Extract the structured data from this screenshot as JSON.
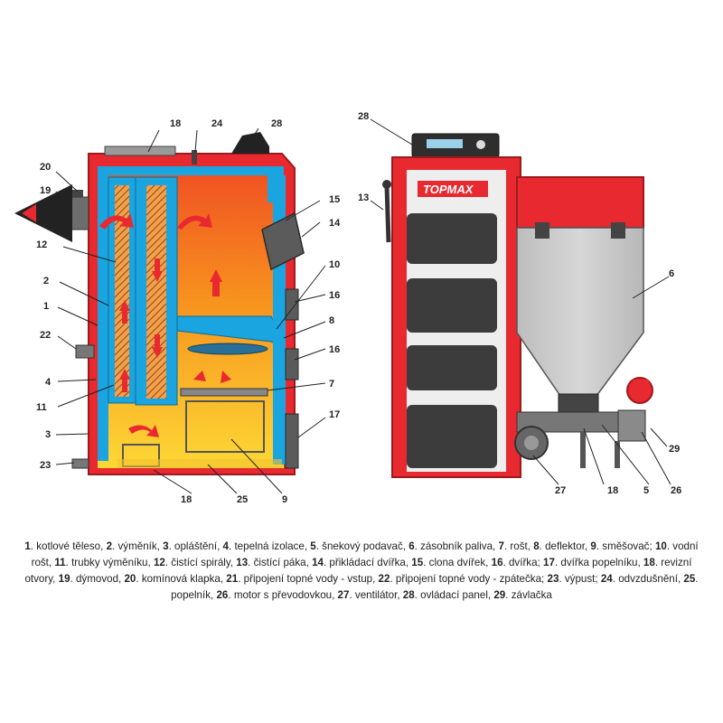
{
  "brand_text": "TOPMAX",
  "colors": {
    "casing_red": "#e8292f",
    "water_blue": "#1aa5e0",
    "fire_orange": "#f36f21",
    "fire_yellow": "#fdd835",
    "hopper_grey": "#c7c7c7",
    "door_dark": "#3c3c3c"
  },
  "left_labels": {
    "l1": "1",
    "l2": "2",
    "l3": "3",
    "l4": "4",
    "l7": "7",
    "l8": "8",
    "l9": "9",
    "l10": "10",
    "l11": "11",
    "l12": "12",
    "l14": "14",
    "l15": "15",
    "l16a": "16",
    "l16b": "16",
    "l17": "17",
    "l18a": "18",
    "l18b": "18",
    "l19": "19",
    "l20": "20",
    "l22": "22",
    "l23": "23",
    "l24": "24",
    "l25": "25",
    "l28": "28"
  },
  "right_labels": {
    "r5": "5",
    "r6": "6",
    "r13": "13",
    "r18": "18",
    "r26": "26",
    "r27": "27",
    "r28": "28",
    "r29": "29"
  },
  "legend": [
    {
      "n": "1",
      "t": "kotlové těleso"
    },
    {
      "n": "2",
      "t": "výměník"
    },
    {
      "n": "3",
      "t": "opláštění"
    },
    {
      "n": "4",
      "t": "tepelná izolace"
    },
    {
      "n": "5",
      "t": "šnekový podavač"
    },
    {
      "n": "6",
      "t": "zásobník paliva"
    },
    {
      "n": "7",
      "t": "rošt"
    },
    {
      "n": "8",
      "t": "deflektor"
    },
    {
      "n": "9",
      "t": "směšovač;"
    },
    {
      "n": "10",
      "t": "vodní rošt"
    },
    {
      "n": "11",
      "t": "trubky výměníku"
    },
    {
      "n": "12",
      "t": "čistící spirály"
    },
    {
      "n": "13",
      "t": "čistící páka"
    },
    {
      "n": "14",
      "t": "přikládací dvířka"
    },
    {
      "n": "15",
      "t": "clona dvířek"
    },
    {
      "n": "16",
      "t": "dvířka;"
    },
    {
      "n": "17",
      "t": "dvířka popelníku"
    },
    {
      "n": "18",
      "t": "revizní otvory"
    },
    {
      "n": "19",
      "t": "dýmovod"
    },
    {
      "n": "20",
      "t": "komínová klapka"
    },
    {
      "n": "21",
      "t": "připojení topné vody - vstup"
    },
    {
      "n": "22",
      "t": "připojení topné vody - zpátečka;"
    },
    {
      "n": "23",
      "t": "výpust;"
    },
    {
      "n": "24",
      "t": "odvzdušnění"
    },
    {
      "n": "25",
      "t": "popelník"
    },
    {
      "n": "26",
      "t": "motor s převodovkou"
    },
    {
      "n": "27",
      "t": "ventilátor"
    },
    {
      "n": "28",
      "t": "ovládací panel"
    },
    {
      "n": "29",
      "t": "závlačka"
    }
  ]
}
